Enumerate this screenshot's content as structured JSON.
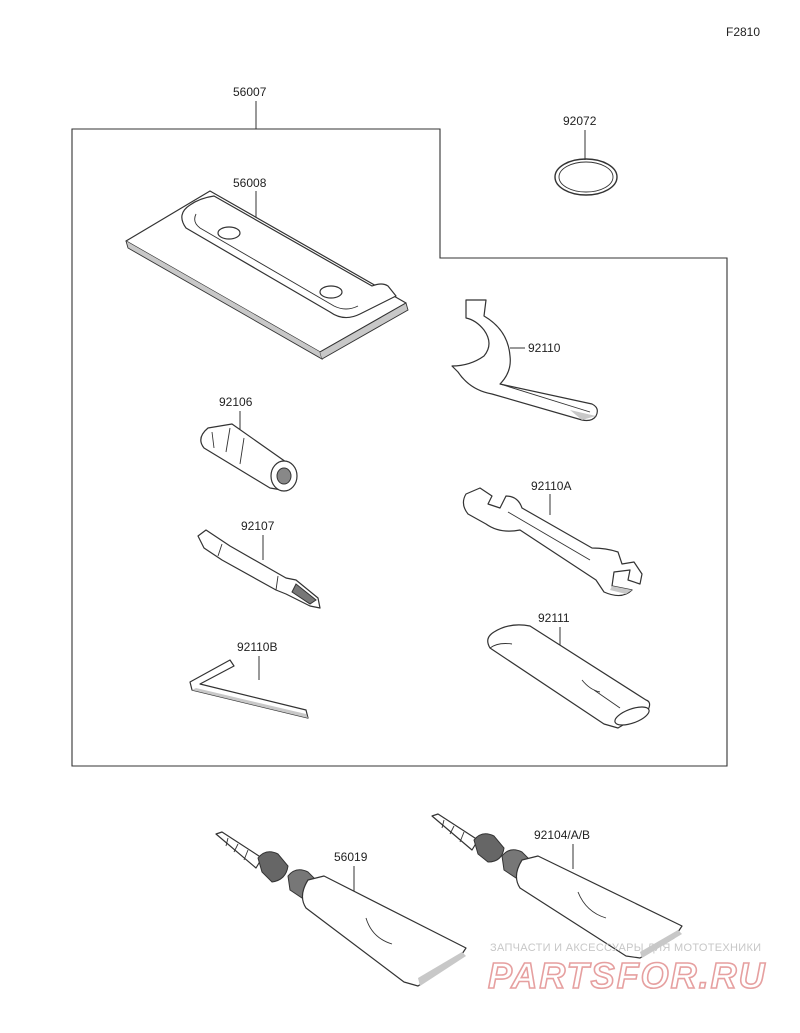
{
  "figure_code": "F2810",
  "parts": {
    "kit": "56007",
    "case": "56008",
    "oring": "92072",
    "hook_wrench": "92110",
    "socket": "92106",
    "open_wrench": "92110A",
    "screwdriver": "92107",
    "tube_handle": "92111",
    "hex_key": "92110B",
    "tube_left": "56019",
    "tube_right": "92104/A/B"
  },
  "watermark": {
    "tagline": "ЗАПЧАСТИ И АКСЕССУАРЫ ДЛЯ МОТОТЕХНИКИ",
    "brand": "PARTSFOR.RU"
  },
  "colors": {
    "line": "#333333",
    "watermark_brand": "#e6a0a0",
    "watermark_tagline": "#c7c7c7"
  }
}
